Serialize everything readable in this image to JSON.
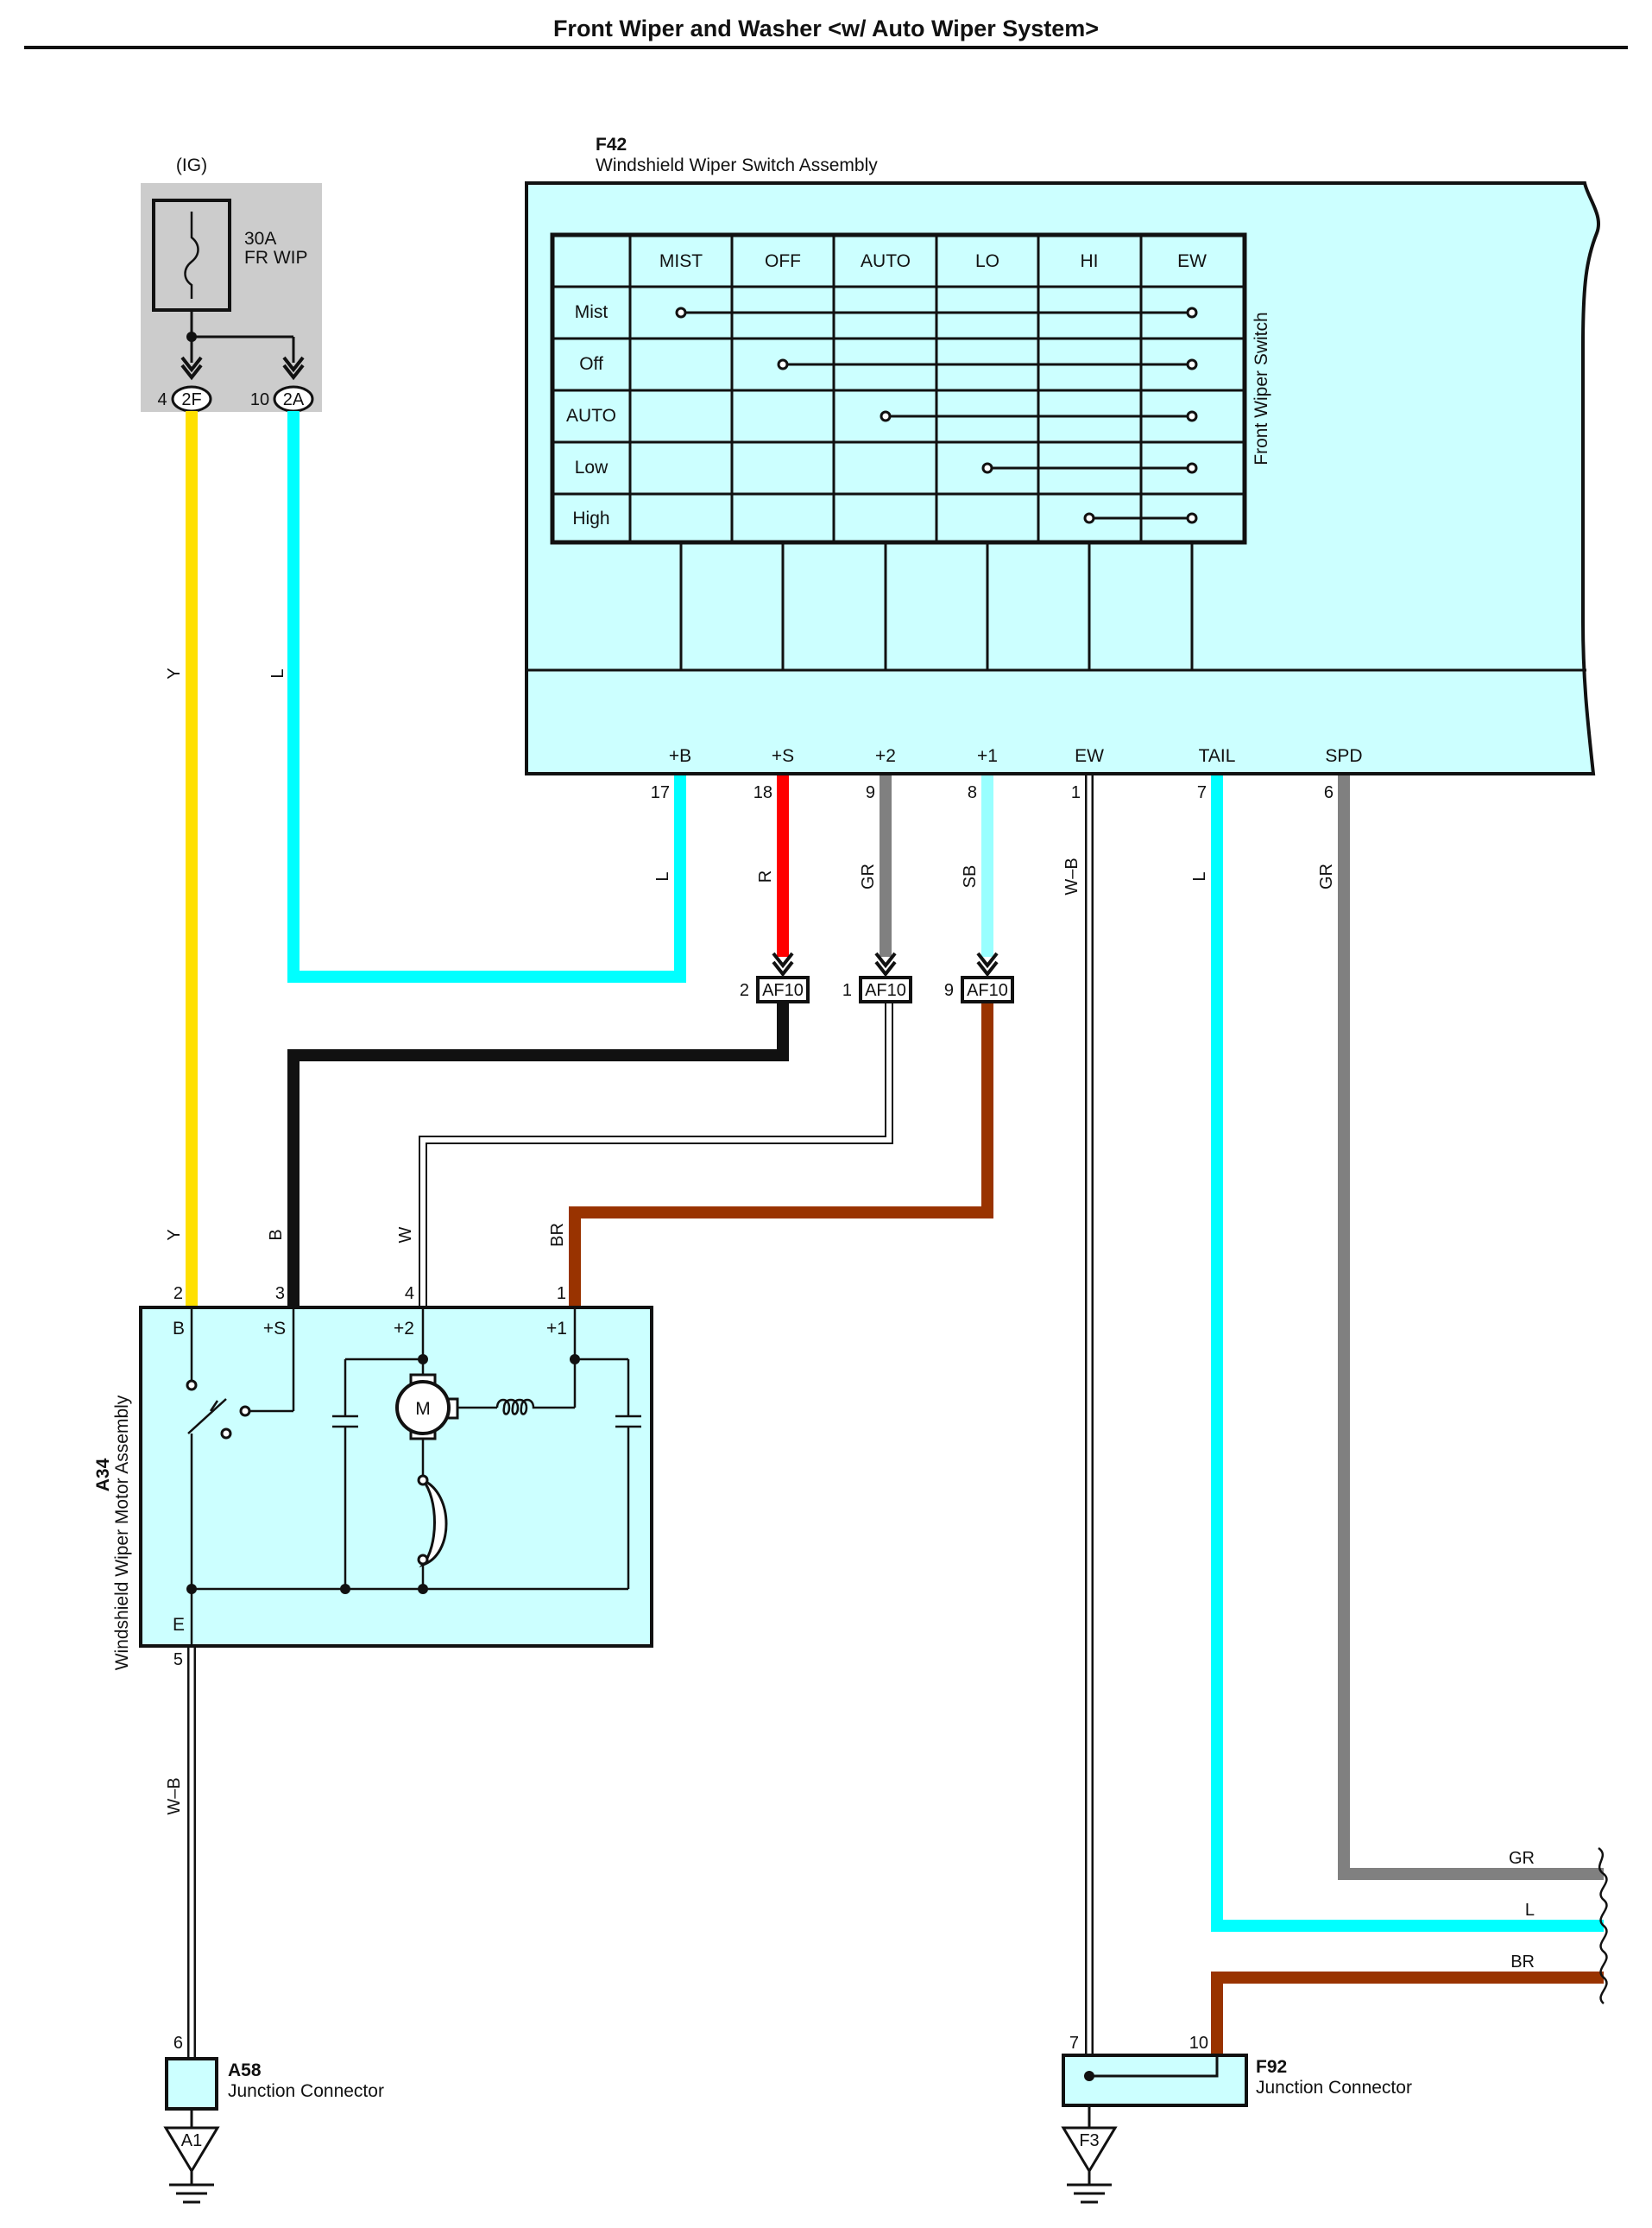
{
  "title": "Front Wiper and Washer <w/ Auto Wiper System>",
  "fuse": {
    "source": "(IG)",
    "rating": "30A",
    "name": "FR WIP",
    "pins": [
      {
        "num": "4",
        "conn": "2F"
      },
      {
        "num": "10",
        "conn": "2A"
      }
    ]
  },
  "switch_assembly": {
    "code": "F42",
    "name": "Windshield Wiper Switch Assembly",
    "side_label": "Front Wiper Switch",
    "columns": [
      "MIST",
      "OFF",
      "AUTO",
      "LO",
      "HI",
      "EW"
    ],
    "rows": [
      "Mist",
      "Off",
      "AUTO",
      "Low",
      "High"
    ],
    "terminals": [
      {
        "label": "+B",
        "pin": "17",
        "wire": "L",
        "color": "#00ffff"
      },
      {
        "label": "+S",
        "pin": "18",
        "wire": "R",
        "color": "#ff0000"
      },
      {
        "label": "+2",
        "pin": "9",
        "wire": "GR",
        "color": "#808080"
      },
      {
        "label": "+1",
        "pin": "8",
        "wire": "SB",
        "color": "#99ffff"
      },
      {
        "label": "EW",
        "pin": "1",
        "wire": "W–B",
        "color": "#ffffff"
      },
      {
        "label": "TAIL",
        "pin": "7",
        "wire": "L",
        "color": "#00ffff"
      },
      {
        "label": "SPD",
        "pin": "6",
        "wire": "GR",
        "color": "#808080"
      }
    ]
  },
  "af10_connectors": [
    {
      "pin": "2",
      "name": "AF10"
    },
    {
      "pin": "1",
      "name": "AF10"
    },
    {
      "pin": "9",
      "name": "AF10"
    }
  ],
  "motor_assembly": {
    "code": "A34",
    "name": "Windshield Wiper Motor Assembly",
    "terminals": [
      {
        "label": "B",
        "pin": "2",
        "wire": "Y",
        "color": "#ffe000"
      },
      {
        "label": "+S",
        "pin": "3",
        "wire": "B",
        "color": "#000000"
      },
      {
        "label": "+2",
        "pin": "4",
        "wire": "W",
        "color": "#ffffff"
      },
      {
        "label": "+1",
        "pin": "1",
        "wire": "BR",
        "color": "#993300"
      }
    ],
    "ground": {
      "label": "E",
      "pin": "5",
      "wire": "W–B"
    },
    "motor_label": "M"
  },
  "wire_labels": {
    "fuse_y": "Y",
    "fuse_l": "L"
  },
  "junction_a58": {
    "code": "A58",
    "name": "Junction Connector",
    "pin": "6",
    "ground": "A1"
  },
  "junction_f92": {
    "code": "F92",
    "name": "Junction Connector",
    "pins": [
      "7",
      "10"
    ],
    "ground": "F3"
  },
  "continuation": [
    {
      "wire": "GR",
      "color": "#808080"
    },
    {
      "wire": "L",
      "color": "#00ffff"
    },
    {
      "wire": "BR",
      "color": "#993300"
    }
  ]
}
